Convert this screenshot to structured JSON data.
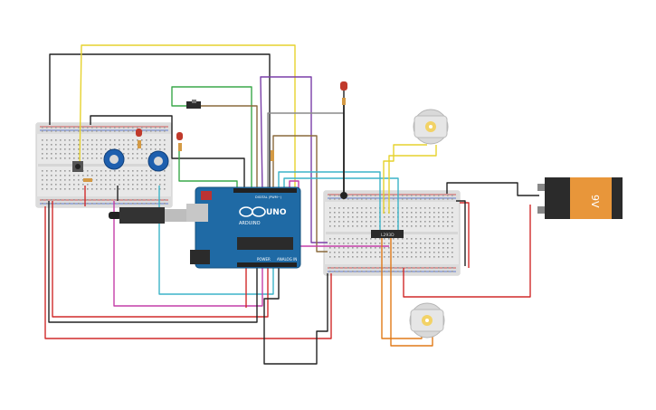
{
  "board": {
    "brand": "ARDUINO",
    "model": "UNO",
    "header_digital": "DIGITAL (PWM~)",
    "header_power": "POWER",
    "header_analog": "ANALOG IN"
  },
  "battery": {
    "label": "9V"
  },
  "driver_ic": {
    "label": "L293D"
  },
  "colors": {
    "breadboard": "#e8e8e8",
    "arduino": "#1f6aa5",
    "battery_body": "#e8963a",
    "battery_cap": "#2b2b2b",
    "pot": "#1e5fae",
    "led_red": "#c0392b",
    "motor": "#d9d9d9",
    "motor_hub": "#f2d266",
    "wire_black": "#222222",
    "wire_red": "#d12a2a",
    "wire_yellow": "#e6d22e",
    "wire_green": "#3aa84a",
    "wire_brown": "#8a6a3c",
    "wire_magenta": "#c43fa8",
    "wire_purple": "#7a3fa8",
    "wire_cyan": "#3cb4c8",
    "wire_orange": "#e07a18",
    "wire_gray": "#8a8a8a"
  },
  "components": {
    "pots": [
      "potentiometer-1",
      "potentiometer-2"
    ],
    "leds": [
      "led-left-1",
      "led-left-2",
      "led-top-right"
    ],
    "motors": [
      "dc-motor-top",
      "dc-motor-bottom"
    ]
  }
}
